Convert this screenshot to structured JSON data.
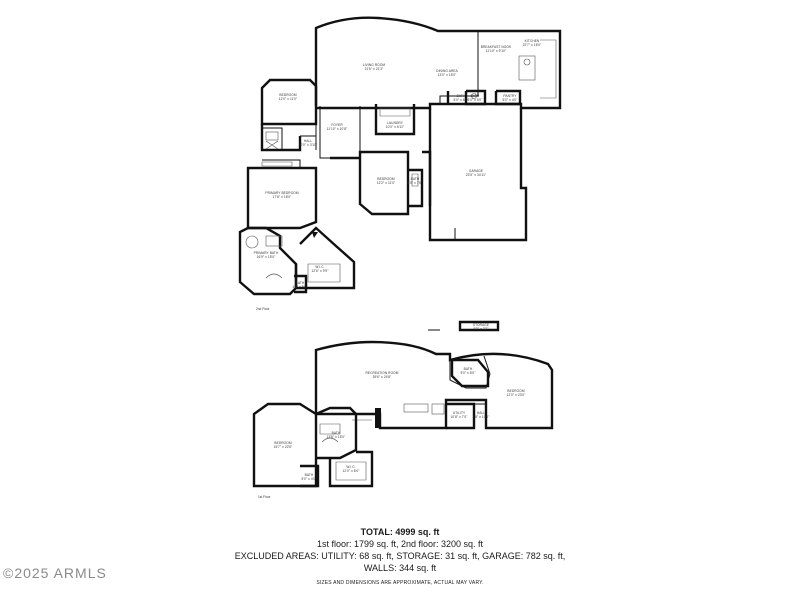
{
  "floors": [
    {
      "label": "2nd Floor",
      "rooms": [
        {
          "key": "bedroom_a",
          "name": "BEDROOM",
          "dims": "12'0\" x 11'0\""
        },
        {
          "key": "living",
          "name": "LIVING ROOM",
          "dims": "21'6\" x 21'3\""
        },
        {
          "key": "dining",
          "name": "DINING AREA",
          "dims": "13'0\" x 15'0\""
        },
        {
          "key": "breakfast",
          "name": "BREAKFAST NOOK",
          "dims": "11'10\" x 9'10\""
        },
        {
          "key": "kitchen",
          "name": "KITCHEN",
          "dims": "22'7\" x 16'0\""
        },
        {
          "key": "bath_a",
          "name": "BATH",
          "dims": "5'0\" x 6'0\""
        },
        {
          "key": "bath_b",
          "name": "BATH",
          "dims": "6'0\" x 5'0\""
        },
        {
          "key": "pantry",
          "name": "PANTRY",
          "dims": "5'0\" x 4'0\""
        },
        {
          "key": "foyer",
          "name": "FOYER",
          "dims": "11'10\" x 10'8\""
        },
        {
          "key": "laundry",
          "name": "LAUNDRY",
          "dims": "10'0\" x 6'11\""
        },
        {
          "key": "hall",
          "name": "HALL",
          "dims": "10'0\" x 3'10\""
        },
        {
          "key": "bedroom_b",
          "name": "BEDROOM",
          "dims": "12'2\" x 11'0\""
        },
        {
          "key": "bath_c",
          "name": "BATH",
          "dims": "5'0\" x 7'6\""
        },
        {
          "key": "garage",
          "name": "GARAGE",
          "dims": "23'5\" x 34'11\""
        },
        {
          "key": "primary_bedroom",
          "name": "PRIMARY BEDROOM",
          "dims": "17'8\" x 18'0\""
        },
        {
          "key": "primary_bath",
          "name": "PRIMARY BATH",
          "dims": "16'9\" x 15'0\""
        },
        {
          "key": "wic",
          "name": "W.I.C.",
          "dims": "12'6\" x 9'9\""
        },
        {
          "key": "bath_d",
          "name": "BATH",
          "dims": "4'0\" x 5'0\""
        }
      ]
    },
    {
      "label": "1st Floor",
      "rooms": [
        {
          "key": "storage",
          "name": "STORAGE",
          "dims": "9'8\" x 3'2\""
        },
        {
          "key": "recreation",
          "name": "RECREATION ROOM",
          "dims": "39'6\" x 24'8\""
        },
        {
          "key": "bath_e",
          "name": "BATH",
          "dims": "9'0\" x 8'0\""
        },
        {
          "key": "bedroom_c",
          "name": "BEDROOM",
          "dims": "12'0\" x 23'0\""
        },
        {
          "key": "utility",
          "name": "UTILITY",
          "dims": "10'8\" x 7'0\""
        },
        {
          "key": "hall_b",
          "name": "HALL",
          "dims": "3'8\" x 10'0\""
        },
        {
          "key": "bedroom_d",
          "name": "BEDROOM",
          "dims": "15'7\" x 22'6\""
        },
        {
          "key": "bath_f",
          "name": "BATH",
          "dims": "13'8\" x 15'0\""
        },
        {
          "key": "wic_b",
          "name": "W.I.C.",
          "dims": "12'0\" x 8'0\""
        },
        {
          "key": "bath_g",
          "name": "BATH",
          "dims": "5'0\" x 4'0\""
        }
      ]
    }
  ],
  "summary": {
    "total": "TOTAL: 4999 sq. ft",
    "floors_line": "1st floor: 1799 sq. ft, 2nd floor: 3200 sq. ft",
    "excluded_line": "EXCLUDED AREAS: UTILITY: 68 sq. ft, STORAGE: 31 sq. ft, GARAGE: 782 sq. ft,",
    "walls_line": "WALLS: 344 sq. ft",
    "disclaimer": "SIZES AND DIMENSIONS ARE APPROXIMATE, ACTUAL MAY VARY."
  },
  "watermark": "©2025 ARMLS"
}
